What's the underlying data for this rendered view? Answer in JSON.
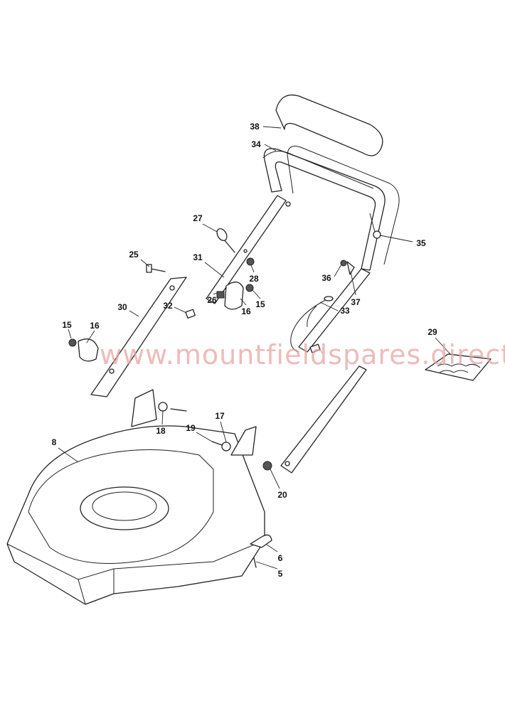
{
  "watermark": "www.mountfieldspares.direct",
  "callouts": [
    "38",
    "34",
    "27",
    "35",
    "31",
    "25",
    "28",
    "36",
    "37",
    "30",
    "32",
    "26",
    "16",
    "15",
    "33",
    "15",
    "16",
    "29",
    "8",
    "18",
    "17",
    "19",
    "20",
    "6",
    "5"
  ]
}
